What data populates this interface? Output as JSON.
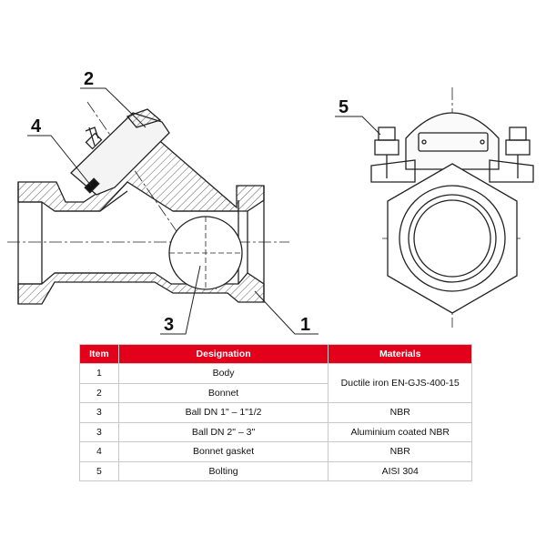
{
  "callouts": {
    "c1": "1",
    "c2": "2",
    "c3": "3",
    "c4": "4",
    "c5": "5"
  },
  "table": {
    "headers": {
      "item": "Item",
      "designation": "Designation",
      "materials": "Materials"
    },
    "rows": [
      {
        "item": "1",
        "designation": "Body"
      },
      {
        "item": "2",
        "designation": "Bonnet"
      },
      {
        "item": "3",
        "designation": "Ball DN 1\" – 1\"1/2",
        "materials": "NBR"
      },
      {
        "item": "3",
        "designation": "Ball DN 2\" – 3\"",
        "materials": "Aluminium coated NBR"
      },
      {
        "item": "4",
        "designation": "Bonnet gasket",
        "materials": "NBR"
      },
      {
        "item": "5",
        "designation": "Bolting",
        "materials": "AISI 304"
      }
    ],
    "merged_material": "Ductile iron EN-GJS-400-15"
  },
  "colors": {
    "header_bg": "#e3001b",
    "header_text": "#ffffff",
    "line": "#222222",
    "grid": "#c9c9c9"
  }
}
